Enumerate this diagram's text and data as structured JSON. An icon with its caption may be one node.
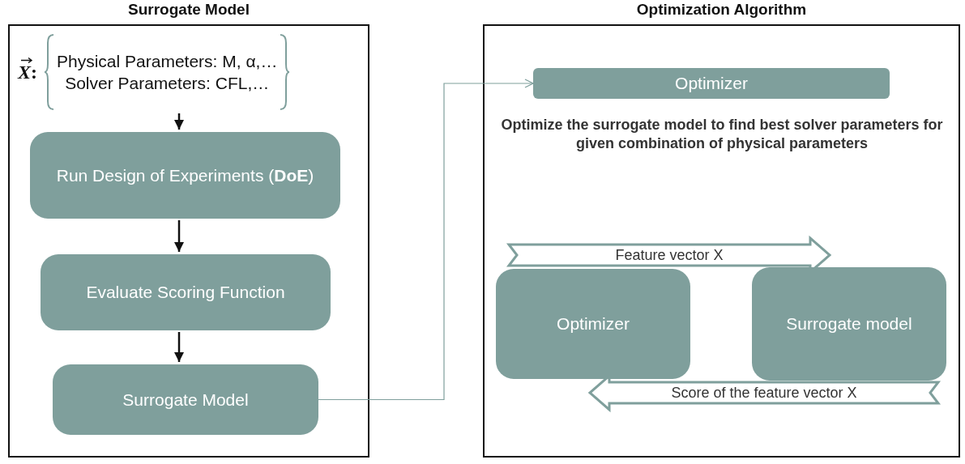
{
  "diagram": {
    "nodes": [
      {
        "text": [
          "Surrogate Model"
        ]
      },
      {
        "text": [
          "*X*:",
          "Physical Parameters: M, α,…",
          "Solver Parameters: CFL,…"
        ],
        "in": 0
      },
      {
        "text": [
          "Run Design of Experiments (**DoE**)"
        ],
        "in": 0
      },
      {
        "text": [
          "Evaluate Scoring Function"
        ],
        "in": 0
      },
      {
        "text": [
          "Surrogate Model"
        ],
        "in": 0
      },
      {
        "text": [
          "Optimization Algorithm"
        ]
      },
      {
        "text": [
          "Optimizer"
        ],
        "in": 5
      },
      {
        "text": [
          "Optimizer"
        ],
        "in": 5
      },
      {
        "text": [
          "Surrogate model"
        ],
        "in": 5
      }
    ],
    "edges": [
      {
        "from": 1,
        "to": 2,
        "arrow": "to"
      },
      {
        "from": 2,
        "to": 3,
        "arrow": "to"
      },
      {
        "from": 3,
        "to": 4,
        "arrow": "to"
      },
      {
        "from": 4,
        "to": 6,
        "arrow": "to",
        "color": "#7f9f9c"
      },
      {
        "from": 7,
        "to": 8,
        "arrow": "to",
        "label": "Feature vector X",
        "style": "thick",
        "color": "#7f9f9c"
      },
      {
        "from": 8,
        "to": 7,
        "arrow": "to",
        "label": "Score of the feature vector X",
        "style": "thick",
        "color": "#7f9f9c"
      }
    ],
    "labels": [
      "Optimize the surrogate model to find best solver parameters for given combination of physical parameters"
    ]
  }
}
